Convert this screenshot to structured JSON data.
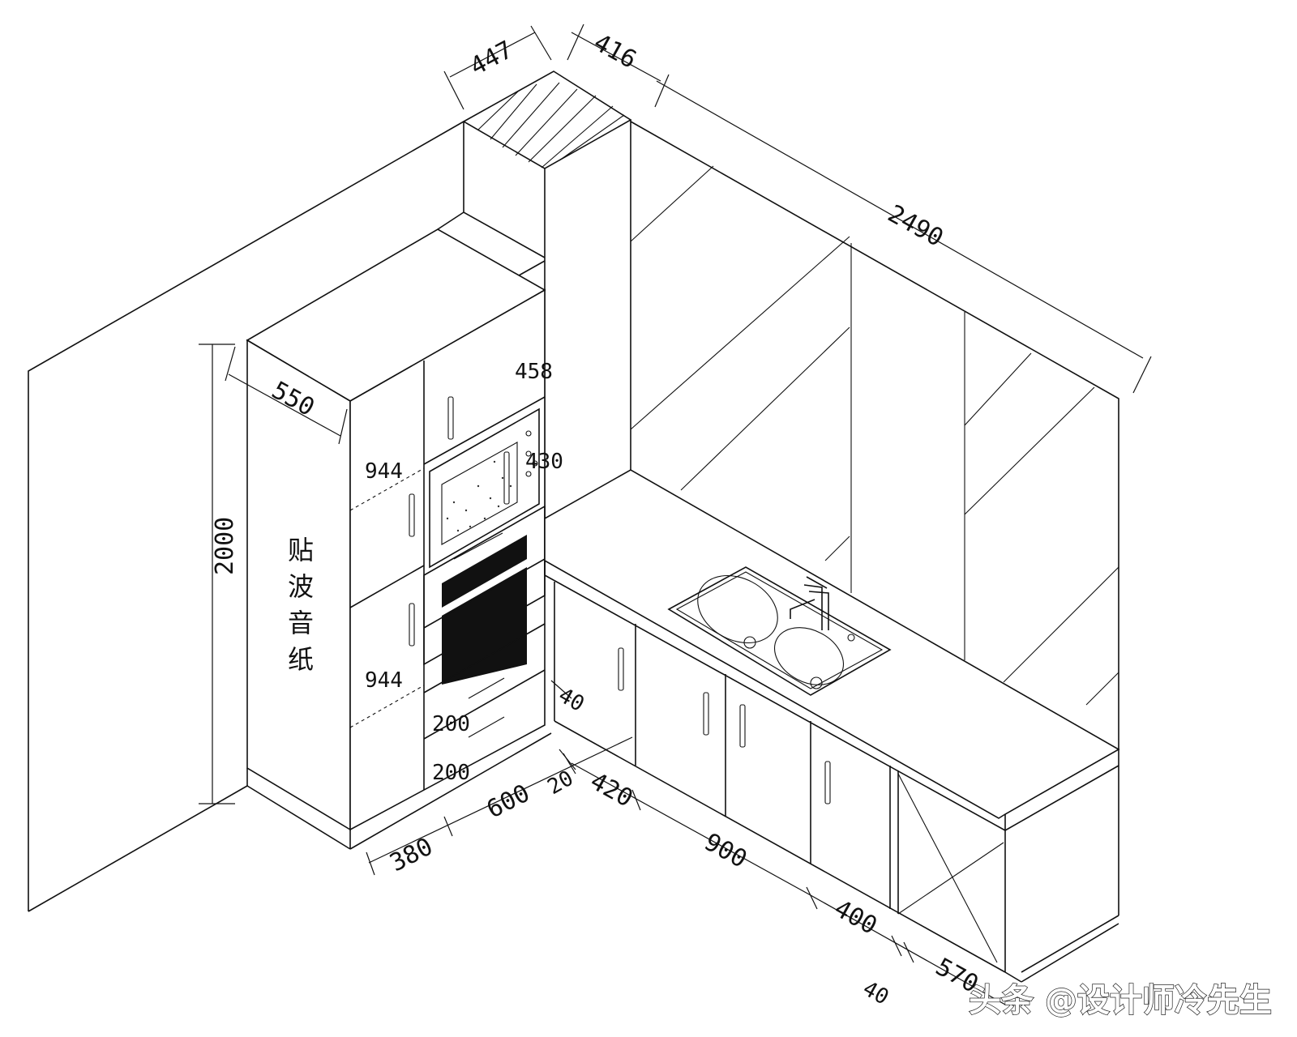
{
  "drawing": {
    "wall_note": [
      "贴",
      "波",
      "音",
      "纸"
    ],
    "watermark": "头条 @设计师冷先生",
    "dimensions": {
      "top_left_depth": "447",
      "top_column_width": "416",
      "top_wall_length": "2490",
      "tall_unit_depth": "550",
      "tall_unit_height": "2000",
      "upper_cabinet": "458",
      "microwave": "430",
      "door_upper": "944",
      "door_lower": "944",
      "drawer_1": "200",
      "drawer_2": "200",
      "gap_small": "40",
      "gap_20": "20",
      "base_420": "420",
      "base_380": "380",
      "base_600": "600",
      "base_900": "900",
      "base_400": "400",
      "base_40": "40",
      "base_570": "570"
    }
  }
}
